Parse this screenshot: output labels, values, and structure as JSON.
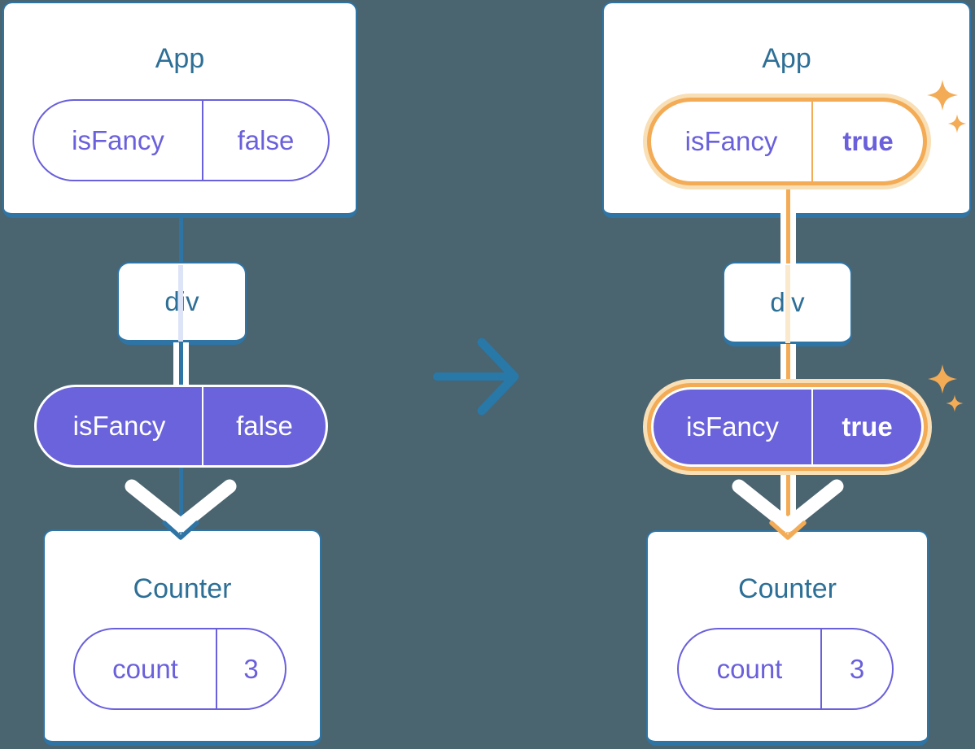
{
  "colors": {
    "bg": "#4A6470",
    "line": "#2E75A6",
    "title": "#2D6F96",
    "purple": "#6A60DB",
    "purpleFill": "#6B63DB",
    "orange": "#F3AB55",
    "orangePale": "#F9DFB5",
    "passLavender": "#DEE4F8",
    "passOrange": "#FBE9CD",
    "arrow": "#2878A8"
  },
  "left_tree": {
    "app": {
      "title": "App",
      "state_name": "isFancy",
      "state_value": "false"
    },
    "div": {
      "label": "div"
    },
    "prop_pill": {
      "name": "isFancy",
      "value": "false"
    },
    "counter": {
      "title": "Counter",
      "state_name": "count",
      "state_value": "3"
    }
  },
  "right_tree": {
    "app": {
      "title": "App",
      "state_name": "isFancy",
      "state_value": "true"
    },
    "div": {
      "label": "div"
    },
    "prop_pill": {
      "name": "isFancy",
      "value": "true"
    },
    "counter": {
      "title": "Counter",
      "state_name": "count",
      "state_value": "3"
    }
  }
}
